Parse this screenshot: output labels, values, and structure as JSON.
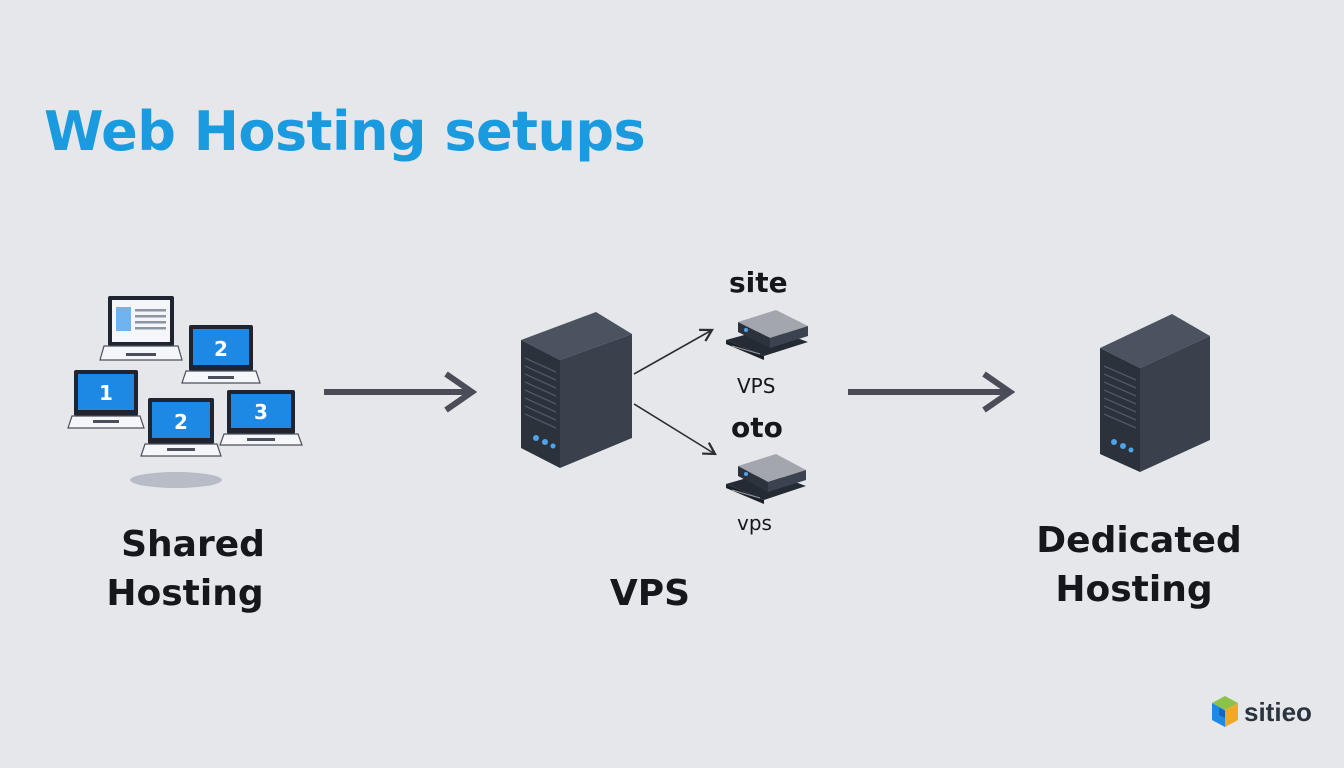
{
  "title": "Web Hosting setups",
  "shared": {
    "label_line1": "Shared",
    "label_line2": "Hosting",
    "screens": [
      "2",
      "1",
      "2",
      "3"
    ]
  },
  "vps": {
    "label": "VPS",
    "branch_top_caption": "site",
    "branch_top_label": "VPS",
    "branch_bottom_caption": "oto",
    "branch_bottom_label": "vps"
  },
  "dedicated": {
    "label_line1": "Dedicated",
    "label_line2": "Hosting"
  },
  "brand": {
    "name": "sitieo"
  },
  "colors": {
    "title": "#1a9be0",
    "background": "#e6e7ea",
    "arrow": "#4a4d57",
    "server": "#2e3540",
    "screen": "#1e88e5"
  }
}
